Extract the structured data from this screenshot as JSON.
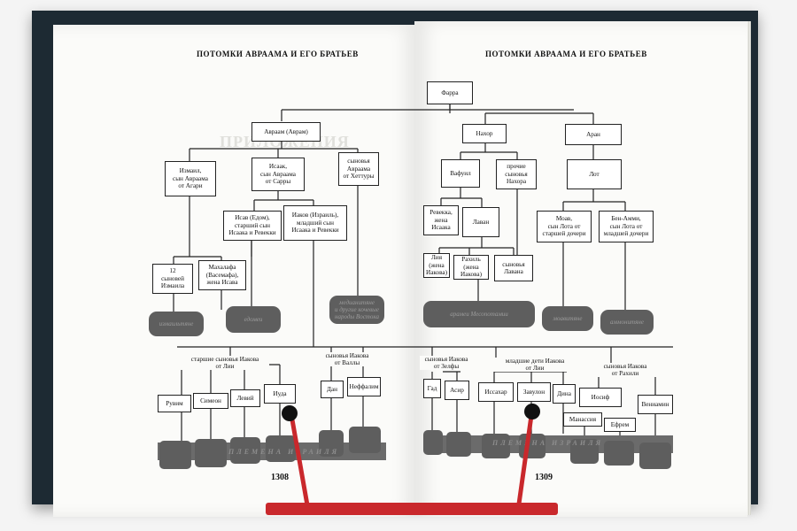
{
  "left_page": {
    "running_head": "ПОТОМКИ АВРААМА И ЕГО БРАТЬЕВ",
    "page_number": "1308",
    "ghost_text": "ПРИЛОЖЕНИЯ",
    "abraham": "Авраам (Аврам)",
    "sons": [
      "Измаил,\nсын Авраама\nот Агари",
      "Исаак,\nсын Авраама\nот Сарры",
      "сыновья\nАвраама\nот Хеттуры"
    ],
    "isaac_sons": [
      "Исав (Едом),\nстарший сын\nИсаака и Ревекки",
      "Иаков (Израиль),\nмладший сын\nИсаака и Ревекки"
    ],
    "ishmael_line": [
      "12\nсыновей\nИзмаила",
      "Махалафа\n(Васемафа),\nжена Исава"
    ],
    "peoples": [
      "измаильтяне",
      "едомеи",
      "медианитяне\nи другие кочевые\nнароды Востока"
    ],
    "leah_label": "старшие сыновья Иакова\nот Лии",
    "bilhah_label": "сыновья Иакова\nот Валлы",
    "leah_sons": [
      "Рувим",
      "Симеон",
      "Левий",
      "Иуда"
    ],
    "bilhah_sons": [
      "Дан",
      "Неффалим"
    ],
    "tribes_label": "ПЛЕМЕНА ИЗРАИЛЯ"
  },
  "right_page": {
    "running_head": "ПОТОМКИ АВРААМА И ЕГО БРАТЬЕВ",
    "page_number": "1309",
    "terah": "Фарра",
    "nahor": "Нахор",
    "haran": "Аран",
    "nahor_sons": [
      "Вафуил",
      "прочие\nсыновья\nНахора"
    ],
    "lot": "Лот",
    "bethuel_children": [
      "Ревекка,\nжена Исаака",
      "Лаван"
    ],
    "lot_sons": [
      "Моав,\nсын Лота от\nстаршей дочери",
      "Бен-Амми,\nсын Лота от\nмладшей дочери"
    ],
    "laban_children": [
      "Лия\n(жена Иакова)",
      "Рахиль\n(жена Иакова)",
      "сыновья\nЛавана"
    ],
    "peoples": [
      "арамеи Месопотамии",
      "моавитяне",
      "аммонитяне"
    ],
    "zilpah_label": "сыновья Иакова\nот Зелфы",
    "leah_younger_label": "младшие дети Иакова\nот Лии",
    "rachel_label": "сыновья Иакова\nот Рахили",
    "zilpah_sons": [
      "Гад",
      "Асир"
    ],
    "leah_younger": [
      "Иссахар",
      "Завулон",
      "Дина"
    ],
    "rachel_sons": [
      "Иосиф",
      "Вениамин"
    ],
    "joseph_sons": [
      "Манассия",
      "Ефрем"
    ],
    "tribes_label": "ПЛЕМЕНА ИЗРАИЛЯ"
  },
  "colors": {
    "cover": "#1d2a33",
    "page": "#fbfbf9",
    "pill": "#5e5e5e",
    "stand": "#c9282c",
    "background": "#f4f4f4"
  }
}
